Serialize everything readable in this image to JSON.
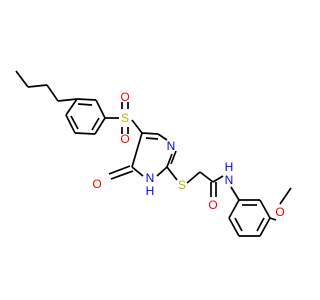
{
  "atoms": {
    "sulfonyl_s": {
      "label": "S",
      "color": "#b8b800"
    },
    "sulfonyl_o1": {
      "label": "O",
      "color": "#ff0000"
    },
    "sulfonyl_o2": {
      "label": "O",
      "color": "#ff0000"
    },
    "ring_n_top": {
      "label": "N",
      "color": "#0000ff"
    },
    "ring_nh_n": {
      "label": "N",
      "color": "#0000ff"
    },
    "ring_nh_h": {
      "label": "H",
      "color": "#0000ff"
    },
    "carbonyl_o": {
      "label": "O",
      "color": "#ff0000"
    },
    "thioether_s": {
      "label": "S",
      "color": "#b8b800"
    },
    "amide_o": {
      "label": "O",
      "color": "#ff0000"
    },
    "amide_n": {
      "label": "N",
      "color": "#0000ff"
    },
    "amide_h": {
      "label": "H",
      "color": "#0000ff"
    },
    "ether_o": {
      "label": "O",
      "color": "#ff0000"
    }
  },
  "colors": {
    "bond": "#000000",
    "background": "#ffffff"
  }
}
